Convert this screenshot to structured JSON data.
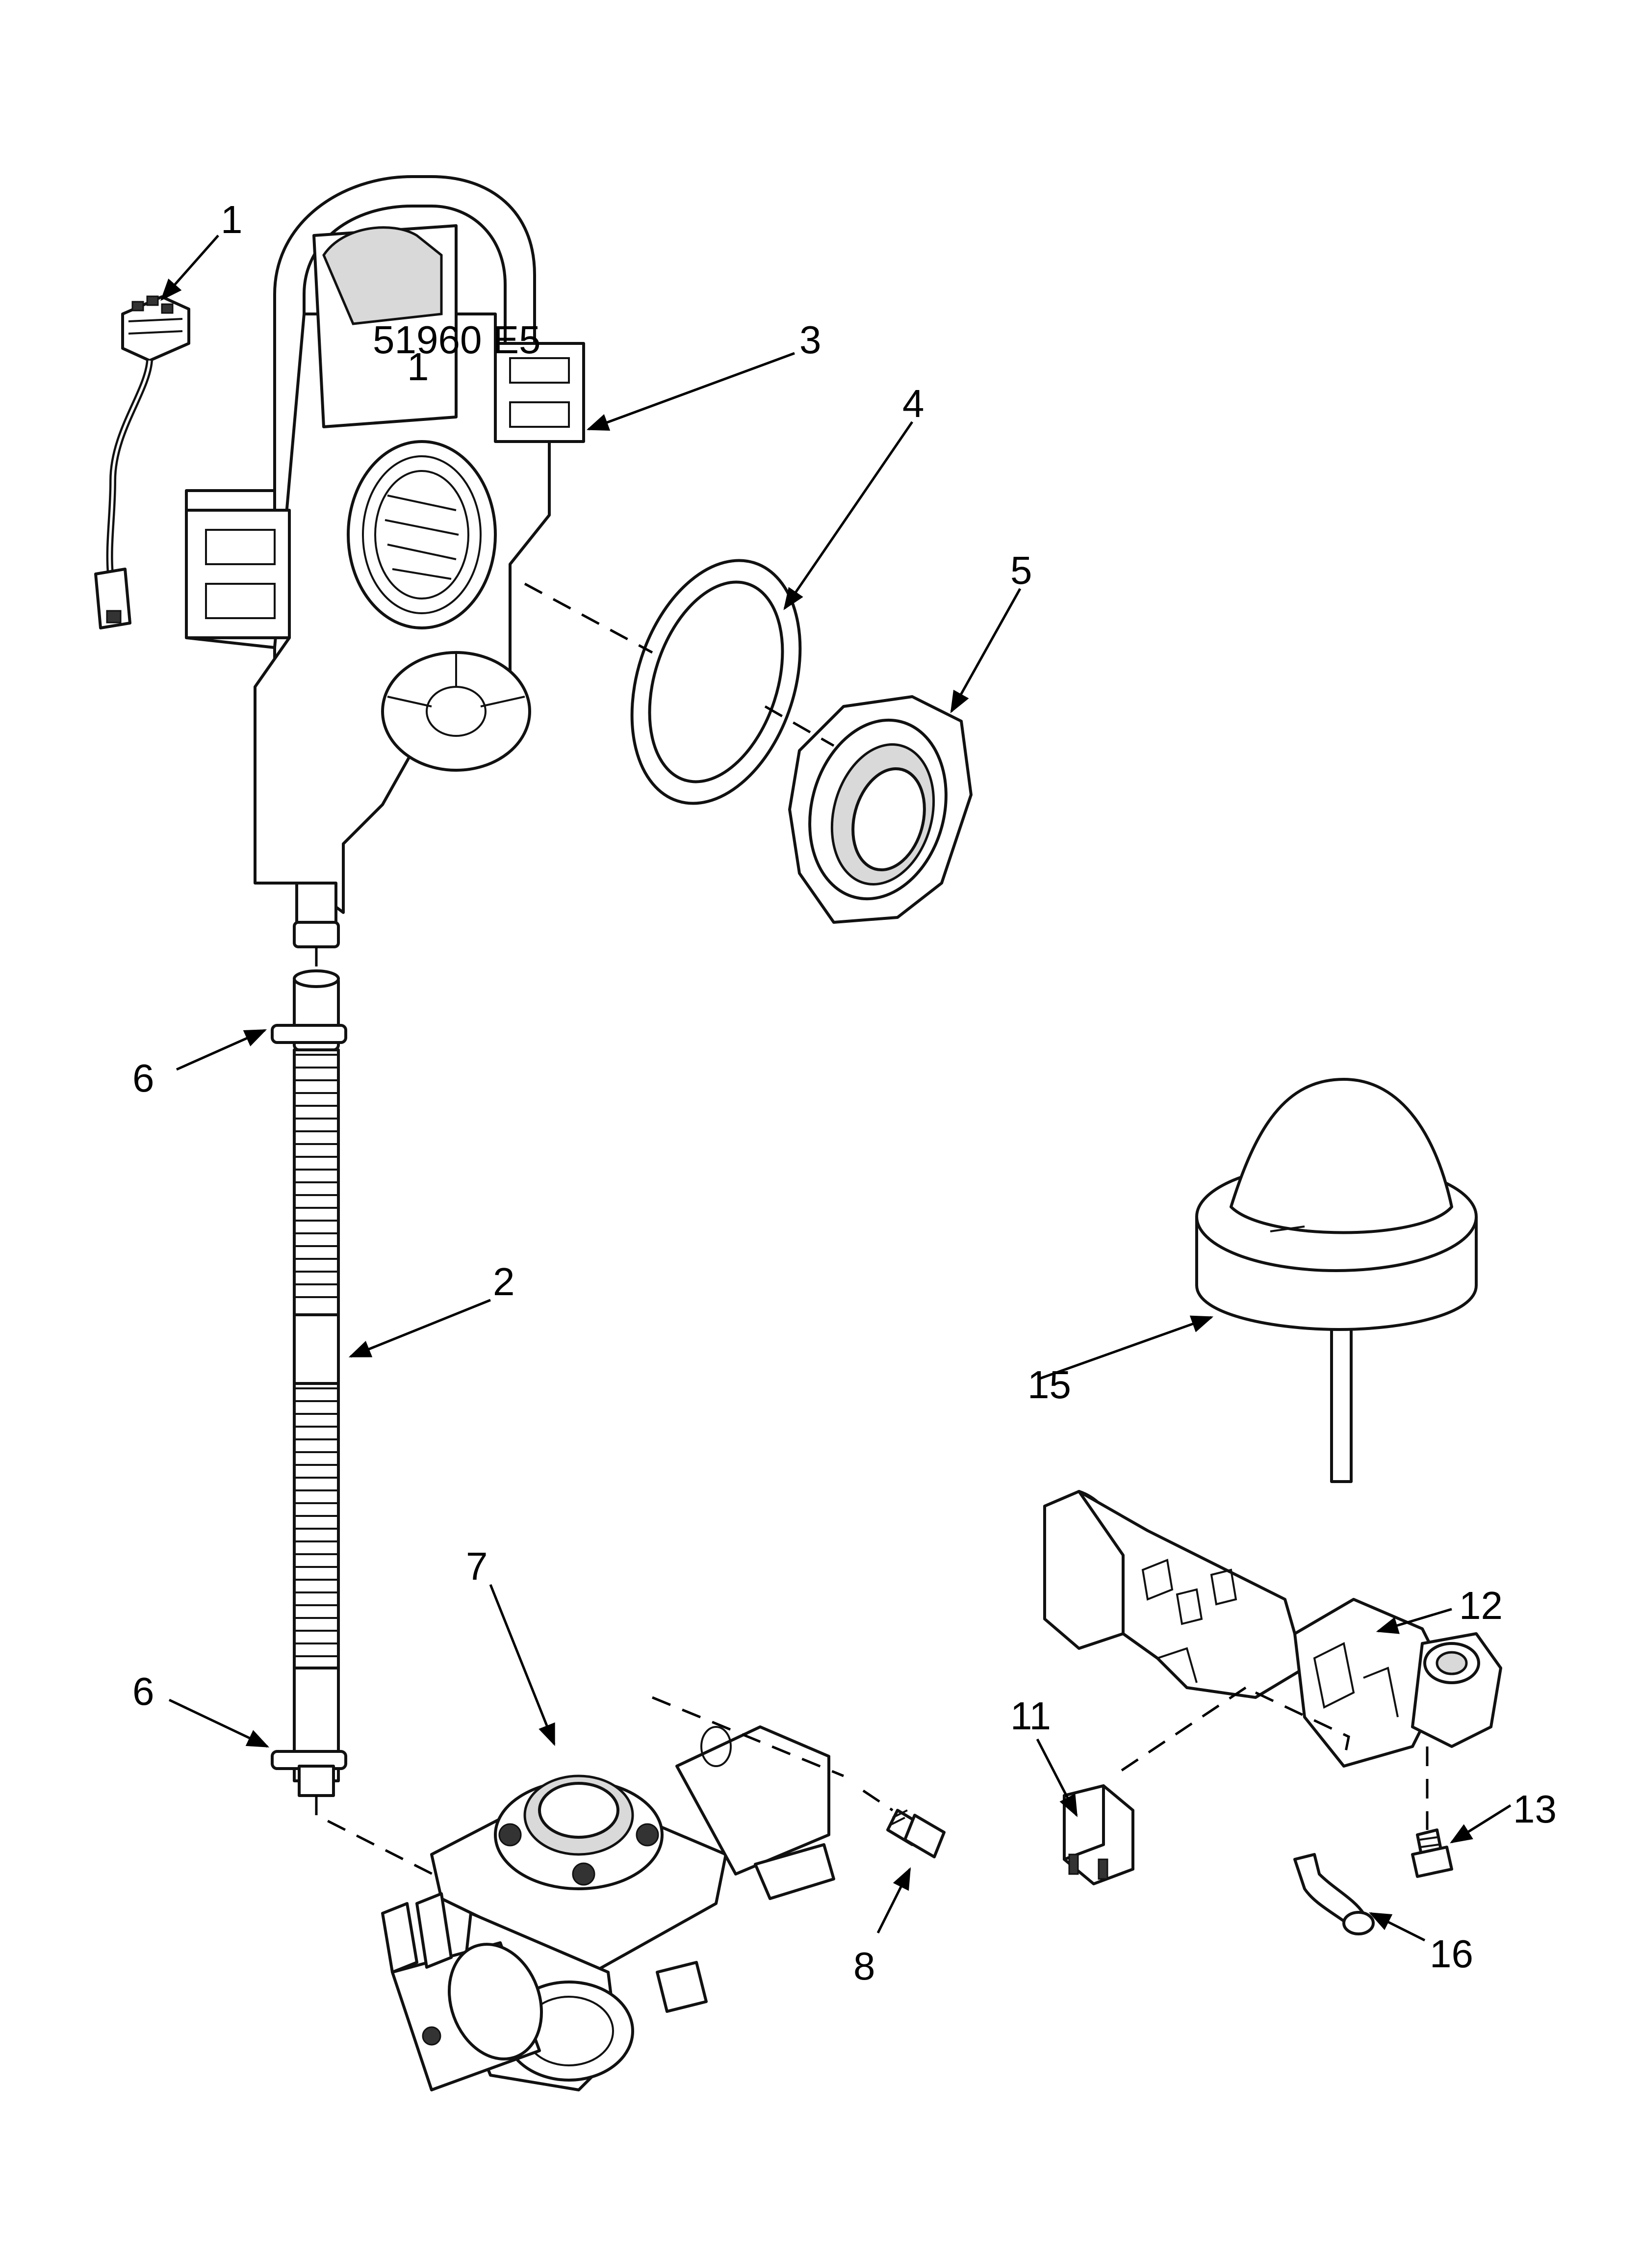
{
  "diagram": {
    "part_text": {
      "line1": "51960 E5",
      "line2": "1"
    },
    "callouts": [
      {
        "id": "c1",
        "label": "1"
      },
      {
        "id": "c2",
        "label": "2"
      },
      {
        "id": "c3",
        "label": "3"
      },
      {
        "id": "c4",
        "label": "4"
      },
      {
        "id": "c5",
        "label": "5"
      },
      {
        "id": "c6a",
        "label": "6"
      },
      {
        "id": "c6b",
        "label": "6"
      },
      {
        "id": "c7",
        "label": "7"
      },
      {
        "id": "c8",
        "label": "8"
      },
      {
        "id": "c11",
        "label": "11"
      },
      {
        "id": "c12",
        "label": "12"
      },
      {
        "id": "c13",
        "label": "13"
      },
      {
        "id": "c15",
        "label": "15"
      },
      {
        "id": "c16",
        "label": "16"
      }
    ]
  }
}
